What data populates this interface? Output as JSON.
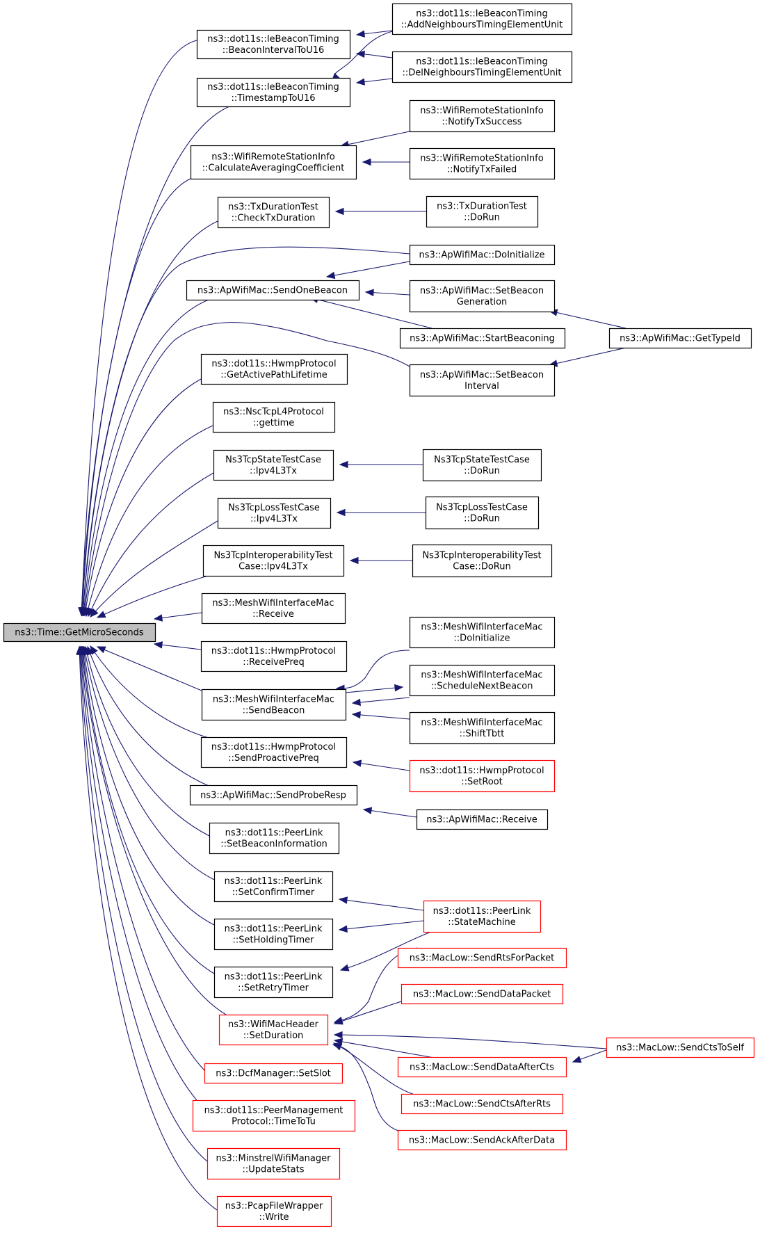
{
  "colors": {
    "edge": "#191970",
    "root_fill": "#bfbfbf",
    "red_border": "#ff0000"
  },
  "nodes": [
    {
      "id": "root",
      "lines": [
        "ns3::Time::GetMicroSeconds"
      ],
      "style": "root"
    },
    {
      "id": "bi",
      "lines": [
        "ns3::dot11s::IeBeaconTiming",
        "::BeaconIntervalToU16"
      ],
      "style": "normal"
    },
    {
      "id": "ts",
      "lines": [
        "ns3::dot11s::IeBeaconTiming",
        "::TimestampToU16"
      ],
      "style": "normal"
    },
    {
      "id": "cac",
      "lines": [
        "ns3::WifiRemoteStationInfo",
        "::CalculateAveragingCoefficient"
      ],
      "style": "normal"
    },
    {
      "id": "ctd",
      "lines": [
        "ns3::TxDurationTest",
        "::CheckTxDuration"
      ],
      "style": "normal"
    },
    {
      "id": "sob",
      "lines": [
        "ns3::ApWifiMac::SendOneBeacon"
      ],
      "style": "normal"
    },
    {
      "id": "gapl",
      "lines": [
        "ns3::dot11s::HwmpProtocol",
        "::GetActivePathLifetime"
      ],
      "style": "normal"
    },
    {
      "id": "gtime",
      "lines": [
        "ns3::NscTcpL4Protocol",
        "::gettime"
      ],
      "style": "normal"
    },
    {
      "id": "st_ipv4",
      "lines": [
        "Ns3TcpStateTestCase",
        "::Ipv4L3Tx"
      ],
      "style": "normal"
    },
    {
      "id": "lt_ipv4",
      "lines": [
        "Ns3TcpLossTestCase",
        "::Ipv4L3Tx"
      ],
      "style": "normal"
    },
    {
      "id": "it_ipv4",
      "lines": [
        "Ns3TcpInteroperabilityTest",
        "Case::Ipv4L3Tx"
      ],
      "style": "normal"
    },
    {
      "id": "mwim_recv",
      "lines": [
        "ns3::MeshWifiInterfaceMac",
        "::Receive"
      ],
      "style": "normal"
    },
    {
      "id": "rpreq",
      "lines": [
        "ns3::dot11s::HwmpProtocol",
        "::ReceivePreq"
      ],
      "style": "normal"
    },
    {
      "id": "sbeacon",
      "lines": [
        "ns3::MeshWifiInterfaceMac",
        "::SendBeacon"
      ],
      "style": "normal"
    },
    {
      "id": "sppreq",
      "lines": [
        "ns3::dot11s::HwmpProtocol",
        "::SendProactivePreq"
      ],
      "style": "normal"
    },
    {
      "id": "spr",
      "lines": [
        "ns3::ApWifiMac::SendProbeResp"
      ],
      "style": "normal"
    },
    {
      "id": "sbi",
      "lines": [
        "ns3::dot11s::PeerLink",
        "::SetBeaconInformation"
      ],
      "style": "normal"
    },
    {
      "id": "sct",
      "lines": [
        "ns3::dot11s::PeerLink",
        "::SetConfirmTimer"
      ],
      "style": "normal"
    },
    {
      "id": "sht",
      "lines": [
        "ns3::dot11s::PeerLink",
        "::SetHoldingTimer"
      ],
      "style": "normal"
    },
    {
      "id": "srt",
      "lines": [
        "ns3::dot11s::PeerLink",
        "::SetRetryTimer"
      ],
      "style": "normal"
    },
    {
      "id": "sdur",
      "lines": [
        "ns3::WifiMacHeader",
        "::SetDuration"
      ],
      "style": "red"
    },
    {
      "id": "sslot",
      "lines": [
        "ns3::DcfManager::SetSlot"
      ],
      "style": "red"
    },
    {
      "id": "ttt",
      "lines": [
        "ns3::dot11s::PeerManagement",
        "Protocol::TimeToTu"
      ],
      "style": "red"
    },
    {
      "id": "ustats",
      "lines": [
        "ns3::MinstrelWifiManager",
        "::UpdateStats"
      ],
      "style": "red"
    },
    {
      "id": "write",
      "lines": [
        "ns3::PcapFileWrapper",
        "::Write"
      ],
      "style": "red"
    },
    {
      "id": "addn",
      "lines": [
        "ns3::dot11s::IeBeaconTiming",
        "::AddNeighboursTimingElementUnit"
      ],
      "style": "normal"
    },
    {
      "id": "deln",
      "lines": [
        "ns3::dot11s::IeBeaconTiming",
        "::DelNeighboursTimingElementUnit"
      ],
      "style": "normal"
    },
    {
      "id": "ntxs",
      "lines": [
        "ns3::WifiRemoteStationInfo",
        "::NotifyTxSuccess"
      ],
      "style": "normal"
    },
    {
      "id": "ntxf",
      "lines": [
        "ns3::WifiRemoteStationInfo",
        "::NotifyTxFailed"
      ],
      "style": "normal"
    },
    {
      "id": "txd_run",
      "lines": [
        "ns3::TxDurationTest",
        "::DoRun"
      ],
      "style": "normal"
    },
    {
      "id": "ap_doinit",
      "lines": [
        "ns3::ApWifiMac::DoInitialize"
      ],
      "style": "normal"
    },
    {
      "id": "ap_sbg",
      "lines": [
        "ns3::ApWifiMac::SetBeacon",
        "Generation"
      ],
      "style": "normal"
    },
    {
      "id": "ap_start",
      "lines": [
        "ns3::ApWifiMac::StartBeaconing"
      ],
      "style": "normal"
    },
    {
      "id": "ap_sbint",
      "lines": [
        "ns3::ApWifiMac::SetBeacon",
        "Interval"
      ],
      "style": "normal"
    },
    {
      "id": "ap_gti",
      "lines": [
        "ns3::ApWifiMac::GetTypeId"
      ],
      "style": "normal"
    },
    {
      "id": "st_run",
      "lines": [
        "Ns3TcpStateTestCase",
        "::DoRun"
      ],
      "style": "normal"
    },
    {
      "id": "lt_run",
      "lines": [
        "Ns3TcpLossTestCase",
        "::DoRun"
      ],
      "style": "normal"
    },
    {
      "id": "it_run",
      "lines": [
        "Ns3TcpInteroperabilityTest",
        "Case::DoRun"
      ],
      "style": "normal"
    },
    {
      "id": "mwim_init",
      "lines": [
        "ns3::MeshWifiInterfaceMac",
        "::DoInitialize"
      ],
      "style": "normal"
    },
    {
      "id": "mwim_snb",
      "lines": [
        "ns3::MeshWifiInterfaceMac",
        "::ScheduleNextBeacon"
      ],
      "style": "normal"
    },
    {
      "id": "mwim_shift",
      "lines": [
        "ns3::MeshWifiInterfaceMac",
        "::ShiftTbtt"
      ],
      "style": "normal"
    },
    {
      "id": "setroot",
      "lines": [
        "ns3::dot11s::HwmpProtocol",
        "::SetRoot"
      ],
      "style": "red"
    },
    {
      "id": "ap_recv",
      "lines": [
        "ns3::ApWifiMac::Receive"
      ],
      "style": "normal"
    },
    {
      "id": "pl_sm",
      "lines": [
        "ns3::dot11s::PeerLink",
        "::StateMachine"
      ],
      "style": "red"
    },
    {
      "id": "ml_rts",
      "lines": [
        "ns3::MacLow::SendRtsForPacket"
      ],
      "style": "red"
    },
    {
      "id": "ml_data",
      "lines": [
        "ns3::MacLow::SendDataPacket"
      ],
      "style": "red"
    },
    {
      "id": "ml_ctsself",
      "lines": [
        "ns3::MacLow::SendCtsToSelf"
      ],
      "style": "red"
    },
    {
      "id": "ml_dac",
      "lines": [
        "ns3::MacLow::SendDataAfterCts"
      ],
      "style": "red"
    },
    {
      "id": "ml_car",
      "lines": [
        "ns3::MacLow::SendCtsAfterRts"
      ],
      "style": "red"
    },
    {
      "id": "ml_aad",
      "lines": [
        "ns3::MacLow::SendAckAfterData"
      ],
      "style": "red"
    }
  ],
  "edges": [
    [
      "bi",
      "root"
    ],
    [
      "ts",
      "root"
    ],
    [
      "cac",
      "root"
    ],
    [
      "ctd",
      "root"
    ],
    [
      "sob",
      "root"
    ],
    [
      "gapl",
      "root"
    ],
    [
      "gtime",
      "root"
    ],
    [
      "st_ipv4",
      "root"
    ],
    [
      "lt_ipv4",
      "root"
    ],
    [
      "it_ipv4",
      "root"
    ],
    [
      "mwim_recv",
      "root"
    ],
    [
      "rpreq",
      "root"
    ],
    [
      "sbeacon",
      "root"
    ],
    [
      "sppreq",
      "root"
    ],
    [
      "spr",
      "root"
    ],
    [
      "sbi",
      "root"
    ],
    [
      "sct",
      "root"
    ],
    [
      "sht",
      "root"
    ],
    [
      "srt",
      "root"
    ],
    [
      "sdur",
      "root"
    ],
    [
      "sslot",
      "root"
    ],
    [
      "ttt",
      "root"
    ],
    [
      "ustats",
      "root"
    ],
    [
      "write",
      "root"
    ],
    [
      "ap_doinit",
      "root"
    ],
    [
      "ap_sbint",
      "root"
    ],
    [
      "addn",
      "bi"
    ],
    [
      "deln",
      "bi"
    ],
    [
      "addn",
      "ts"
    ],
    [
      "deln",
      "ts"
    ],
    [
      "ntxs",
      "cac"
    ],
    [
      "ntxf",
      "cac"
    ],
    [
      "txd_run",
      "ctd"
    ],
    [
      "ap_doinit",
      "sob"
    ],
    [
      "ap_sbg",
      "sob"
    ],
    [
      "ap_start",
      "sob"
    ],
    [
      "ap_gti",
      "ap_sbg"
    ],
    [
      "ap_gti",
      "ap_sbint"
    ],
    [
      "st_run",
      "st_ipv4"
    ],
    [
      "lt_run",
      "lt_ipv4"
    ],
    [
      "it_run",
      "it_ipv4"
    ],
    [
      "mwim_init",
      "sbeacon"
    ],
    [
      "mwim_snb",
      "sbeacon"
    ],
    [
      "mwim_shift",
      "sbeacon"
    ],
    [
      "sbeacon",
      "mwim_snb"
    ],
    [
      "setroot",
      "sppreq"
    ],
    [
      "ap_recv",
      "spr"
    ],
    [
      "pl_sm",
      "sct"
    ],
    [
      "pl_sm",
      "sht"
    ],
    [
      "pl_sm",
      "srt"
    ],
    [
      "ml_rts",
      "sdur"
    ],
    [
      "ml_data",
      "sdur"
    ],
    [
      "ml_ctsself",
      "sdur"
    ],
    [
      "ml_dac",
      "sdur"
    ],
    [
      "ml_car",
      "sdur"
    ],
    [
      "ml_aad",
      "sdur"
    ],
    [
      "ml_ctsself",
      "ml_dac"
    ]
  ]
}
